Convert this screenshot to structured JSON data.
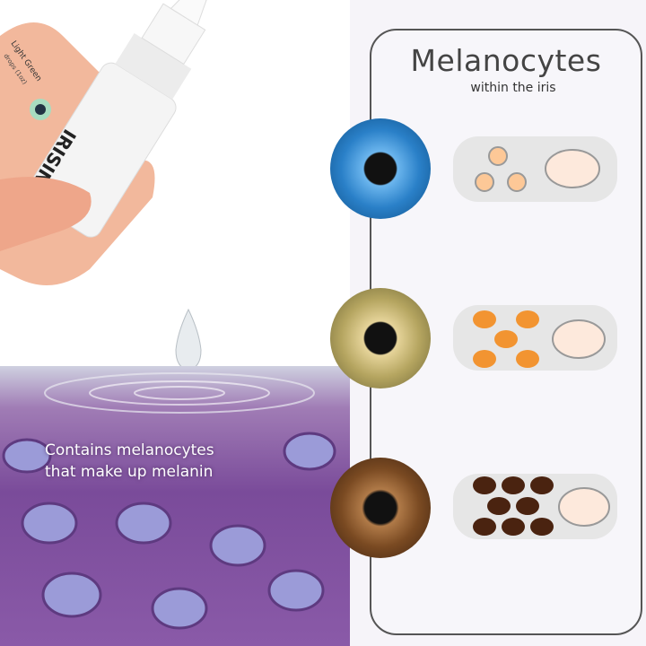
{
  "product": {
    "brand": "IRISINK",
    "label_line1": "Light Green",
    "label_line2": "drops (1oz)"
  },
  "caption": {
    "line1": "Contains melanocytes",
    "line2": "that make up melanin"
  },
  "panel": {
    "title": "Melanocytes",
    "subtitle": "within the iris"
  },
  "rows": [
    {
      "eye": "blue-eye",
      "color": "#1f6fb0",
      "melanocyte_count": 3,
      "dot_color": "#fdc897"
    },
    {
      "eye": "hazel-eye",
      "color": "#b5a560",
      "melanocyte_count": 5,
      "dot_color": "#f29431"
    },
    {
      "eye": "brown-eye",
      "color": "#7a4a22",
      "melanocyte_count": 8,
      "dot_color": "#4a2310"
    }
  ]
}
